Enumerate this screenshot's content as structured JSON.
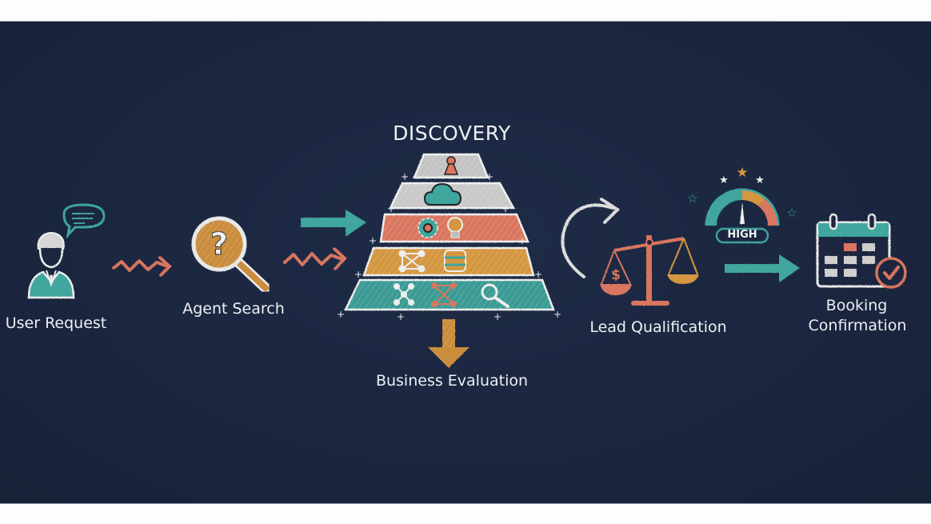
{
  "diagram": {
    "title": "DISCOVERY",
    "steps": [
      {
        "id": "user-request",
        "label": "User Request",
        "icon": "user-speech-icon"
      },
      {
        "id": "agent-search",
        "label": "Agent Search",
        "icon": "magnifier-question-icon"
      },
      {
        "id": "discovery",
        "label": "DISCOVERY",
        "icon": "pyramid-icon"
      },
      {
        "id": "business-evaluation",
        "label": "Business Evaluation",
        "icon": "down-arrow-icon"
      },
      {
        "id": "lead-qualification",
        "label": "Lead Qualification",
        "icon": "balance-scale-icon"
      },
      {
        "id": "booking-confirmation",
        "label_line1": "Booking",
        "label_line2": "Confirmation",
        "icon": "calendar-check-icon"
      }
    ],
    "gauge": {
      "label": "HIGH",
      "icon": "gauge-icon"
    },
    "pyramid_layers": [
      {
        "level": 1,
        "color": "#c9c9c9",
        "icons": [
          "keyhole-icon"
        ]
      },
      {
        "level": 2,
        "color": "#cfcfcf",
        "icons": [
          "cloud-icon"
        ]
      },
      {
        "level": 3,
        "color": "#d9765e",
        "icons": [
          "gear-icon",
          "lightbulb-icon"
        ]
      },
      {
        "level": 4,
        "color": "#d4973f",
        "icons": [
          "network-icon",
          "database-icon"
        ]
      },
      {
        "level": 5,
        "color": "#3a9a94",
        "icons": [
          "molecule-icon",
          "network-icon",
          "search-icon"
        ]
      }
    ],
    "colors": {
      "background": "#1b2640",
      "teal": "#3fa69e",
      "coral": "#d9765e",
      "amber": "#d4973f",
      "chalk_white": "#e8e8e8"
    }
  }
}
